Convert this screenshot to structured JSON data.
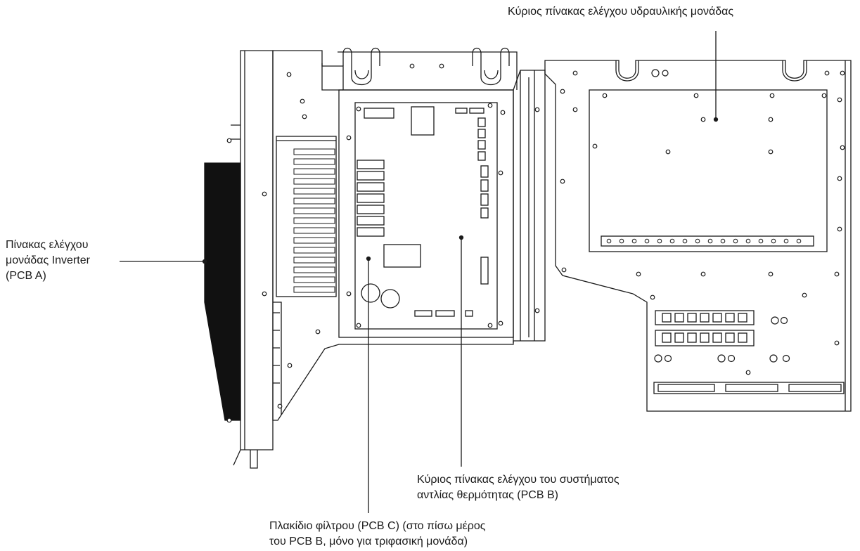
{
  "labels": {
    "hydraulic_pcb": "Κύριος πίνακας ελέγχου υδραυλικής μονάδας",
    "inverter_pcb": {
      "line1": "Πίνακας ελέγχου",
      "line2": "μονάδας Inverter",
      "line3": "(PCB A)"
    },
    "main_pcb_b": {
      "line1": "Κύριος πίνακας ελέγχου του συστήματος",
      "line2": "αντλίας θερμότητας (PCB B)"
    },
    "filter_pcb_c": {
      "line1": "Πλακίδιο φίλτρου (PCB C) (στο πίσω μέρος",
      "line2": "του PCB B, μόνο για τριφασική μονάδα)"
    }
  },
  "colors": {
    "line": "#1a1a1a",
    "fill": "#ffffff",
    "heatsink": "#111111"
  }
}
